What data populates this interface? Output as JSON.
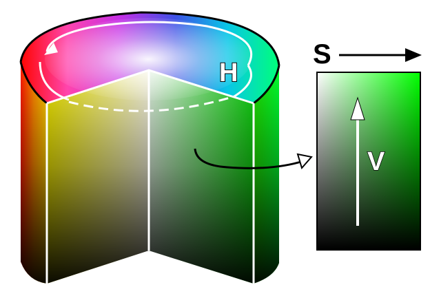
{
  "labels": {
    "hue": "H",
    "saturation": "S",
    "value": "V"
  },
  "colors": {
    "outline": "#000000",
    "edge": "#ffffff",
    "panel_top_left": "#ffffff",
    "panel_top_right": "#00ff00",
    "panel_bottom": "#000000"
  },
  "icons": {
    "hue_arrow": "circular-arrow-icon",
    "saturation_arrow": "right-arrow-icon",
    "value_arrow": "up-arrow-icon",
    "link_arrow": "curved-arrow-icon"
  }
}
